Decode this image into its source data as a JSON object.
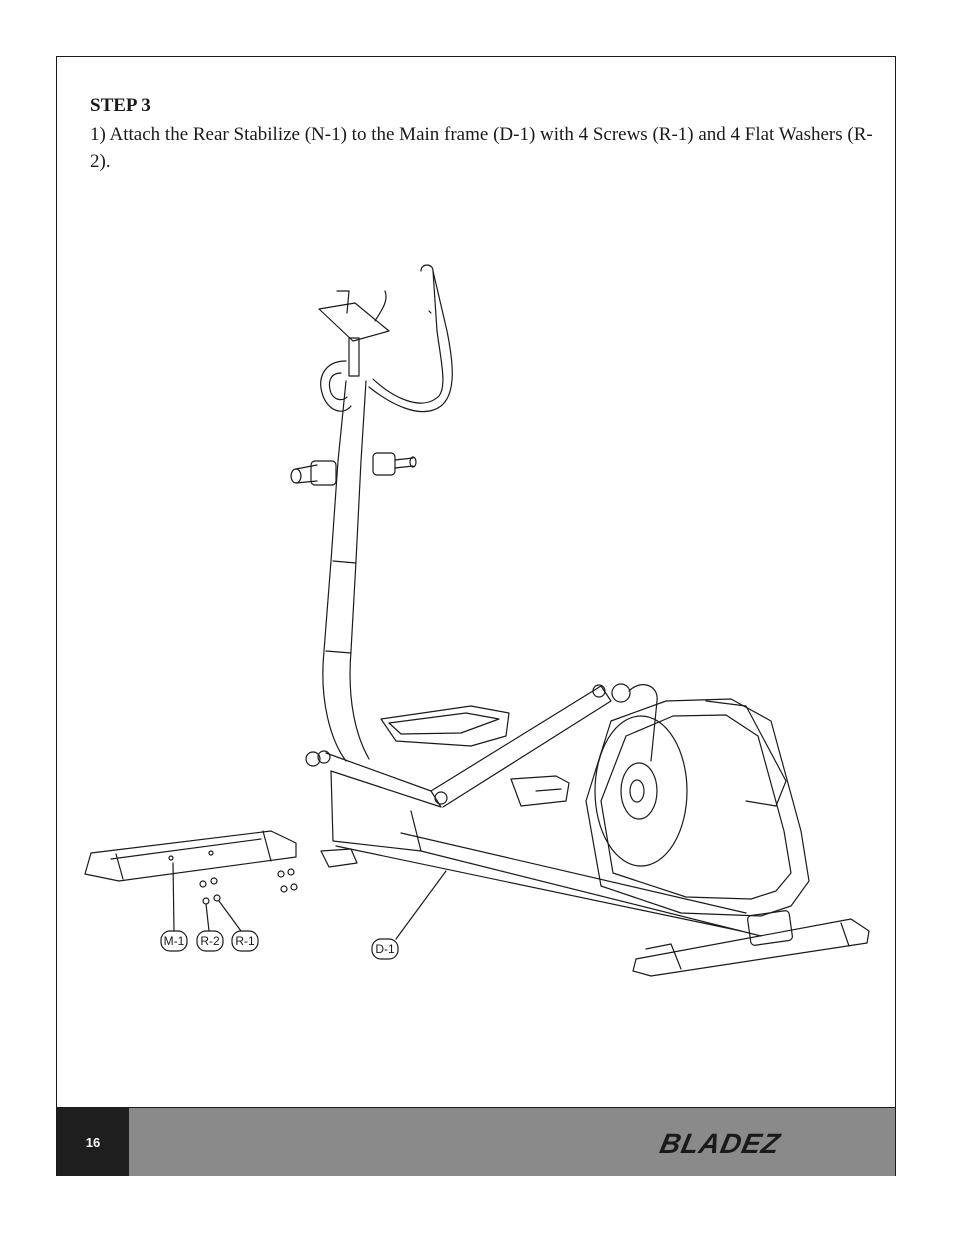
{
  "step": {
    "title": "STEP 3",
    "instruction": "1) Attach the Rear Stabilize (N-1) to the Main frame (D-1) with 4 Screws (R-1) and 4 Flat Washers (R-2)."
  },
  "diagram": {
    "labels": {
      "m1": "M-1",
      "r2": "R-2",
      "r1": "R-1",
      "d1": "D-1"
    }
  },
  "footer": {
    "page_number": "16",
    "logo": "BLADEZ"
  }
}
